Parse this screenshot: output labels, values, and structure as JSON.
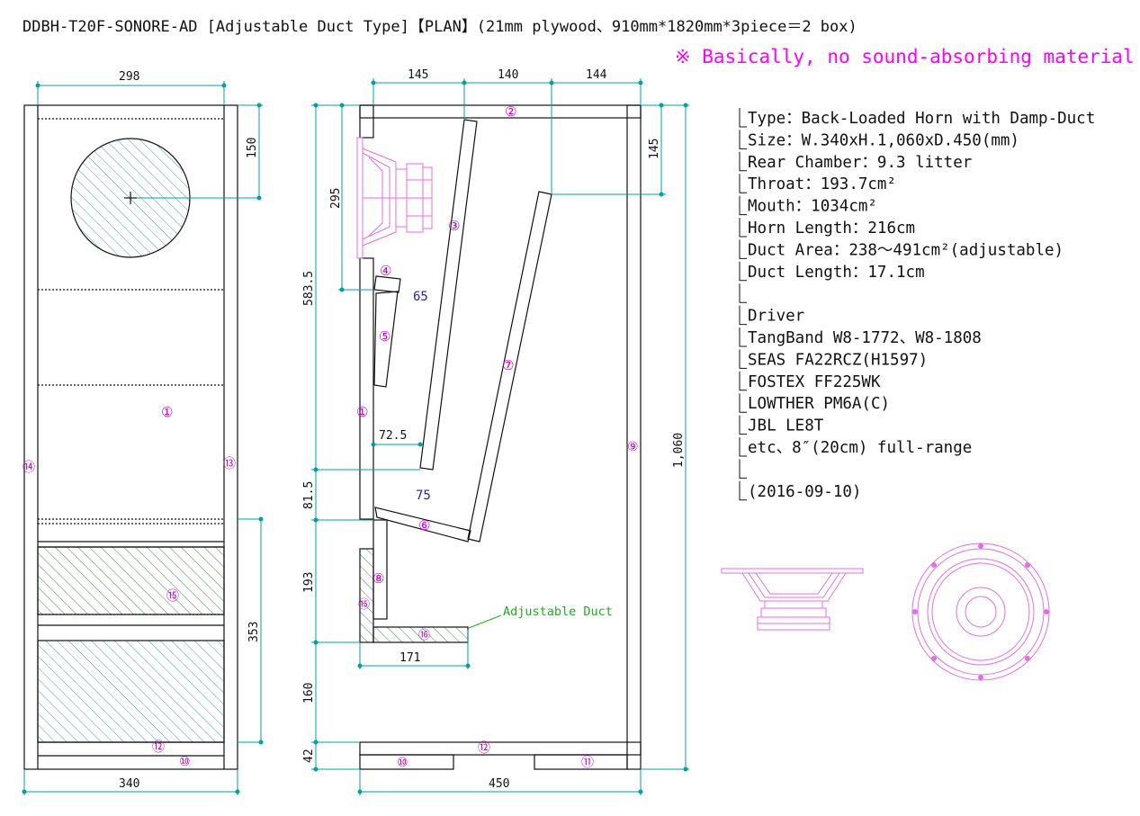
{
  "title": "DDBH-T20F-SONORE-AD [Adjustable Duct Type]【PLAN】(21mm plywood、910mm*1820mm*3piece＝2 box)",
  "notice": "※ Basically, no sound-absorbing material is used.",
  "dimensions": {
    "front_top_width": "298",
    "front_driver_offset": "150",
    "front_lower_height": "353",
    "front_bottom_width": "340",
    "side_top_a": "145",
    "side_top_b": "140",
    "side_top_c": "144",
    "side_right_145": "145",
    "side_driver_295": "295",
    "side_left_583": "583.5",
    "side_left_81": "81.5",
    "side_left_193": "193",
    "side_left_160": "160",
    "side_left_42": "42",
    "side_throat_72": "72.5",
    "side_height_1060": "1,060",
    "side_duct_171": "171",
    "side_bottom_450": "450",
    "label_65": "65",
    "label_75": "75"
  },
  "duct_label": "Adjustable Duct",
  "parts": {
    "p1": "①",
    "p2": "②",
    "p3": "③",
    "p4": "④",
    "p5": "⑤",
    "p6": "⑥",
    "p7": "⑦",
    "p8": "⑧",
    "p9": "⑨",
    "p10": "⑩",
    "p11": "⑪",
    "p12": "⑫",
    "p13": "⑬",
    "p14": "⑭",
    "p15": "⑮",
    "p16": "⑯"
  },
  "specs": [
    "Type：Back-Loaded Horn with Damp-Duct",
    "Size：W.340xH.1,060xD.450(mm)",
    "Rear Chamber：9.3 litter",
    "Throat：193.7cm²",
    "Mouth：1034cm²",
    "Horn Length：216cm",
    "Duct Area：238〜491cm²(adjustable)",
    "Duct Length：17.1cm",
    "",
    "Driver",
    "TangBand W8-1772、W8-1808",
    "SEAS FA22RCZ(H1597)",
    "FOSTEX FF225WK",
    "LOWTHER PM6A(C)",
    "JBL LE8T",
    "etc、8″(20cm) full-range",
    "",
    "(2016-09-10)"
  ],
  "colors": {
    "dimension_line": "#00a0a0",
    "part_label": "#c000c0",
    "driver": "#e070e0",
    "hatch": "#40a0a0",
    "duct": "#22aa22",
    "notice": "#ff00ff"
  }
}
